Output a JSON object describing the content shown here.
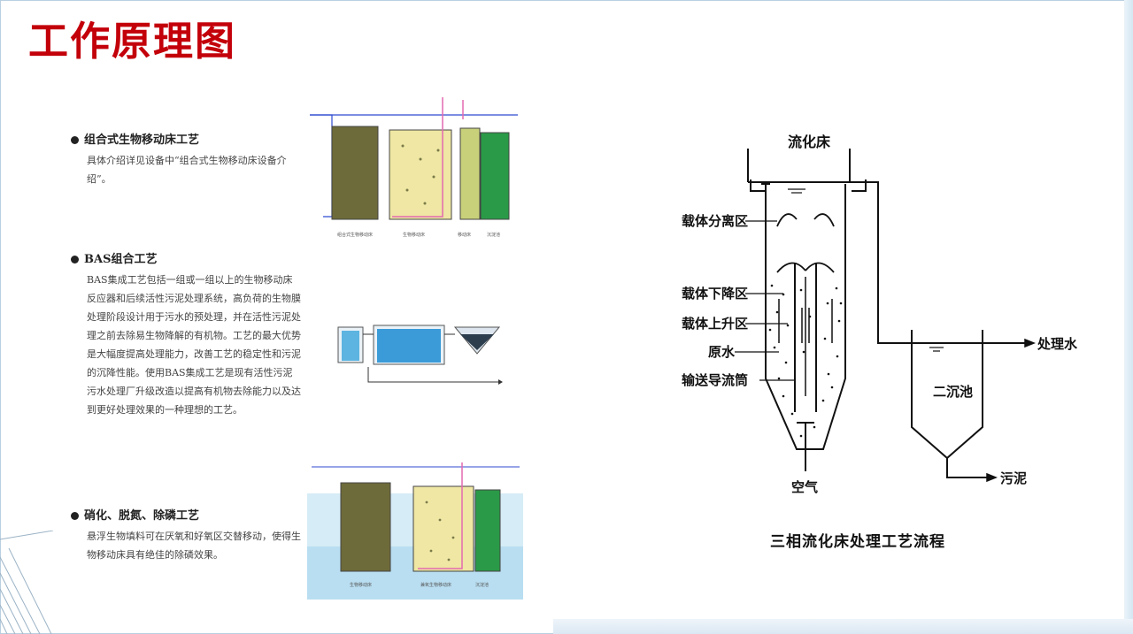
{
  "title": "工作原理图",
  "sections": [
    {
      "heading": "组合式生物移动床工艺",
      "body": "具体介绍详见设备中“组合式生物移动床设备介绍”。"
    },
    {
      "heading": "BAS组合工艺",
      "body": "BAS集成工艺包括一组或一组以上的生物移动床反应器和后续活性污泥处理系统，高负荷的生物膜处理阶段设计用于污水的预处理，并在活性污泥处理之前去除易生物降解的有机物。工艺的最大优势是大幅度提高处理能力，改善工艺的稳定性和污泥的沉降性能。使用BAS集成工艺是现有活性污泥污水处理厂升级改造以提高有机物去除能力以及达到更好处理效果的一种理想的工艺。"
    },
    {
      "heading": "硝化、脱氮、除磷工艺",
      "body": "悬浮生物填料可在厌氧和好氧区交替移动，使得生物移动床具有绝佳的除磷效果。"
    }
  ],
  "diagram": {
    "top_label": "流化床",
    "left_labels": [
      "载体分离区",
      "载体下降区",
      "载体上升区",
      "原水",
      "输送导流筒"
    ],
    "right_labels": [
      "处理水",
      "二沉池",
      "污泥"
    ],
    "bottom_label": "空气",
    "caption": "三相流化床处理工艺流程"
  },
  "colors": {
    "title": "#c3000a",
    "tank_dark": "#6e6b3a",
    "tank_yellow": "#efe7a3",
    "tank_green": "#2a9a48",
    "tank_blue": "#5db4e0",
    "pipe": "#2f4ad0",
    "pink": "#e36ab0"
  }
}
